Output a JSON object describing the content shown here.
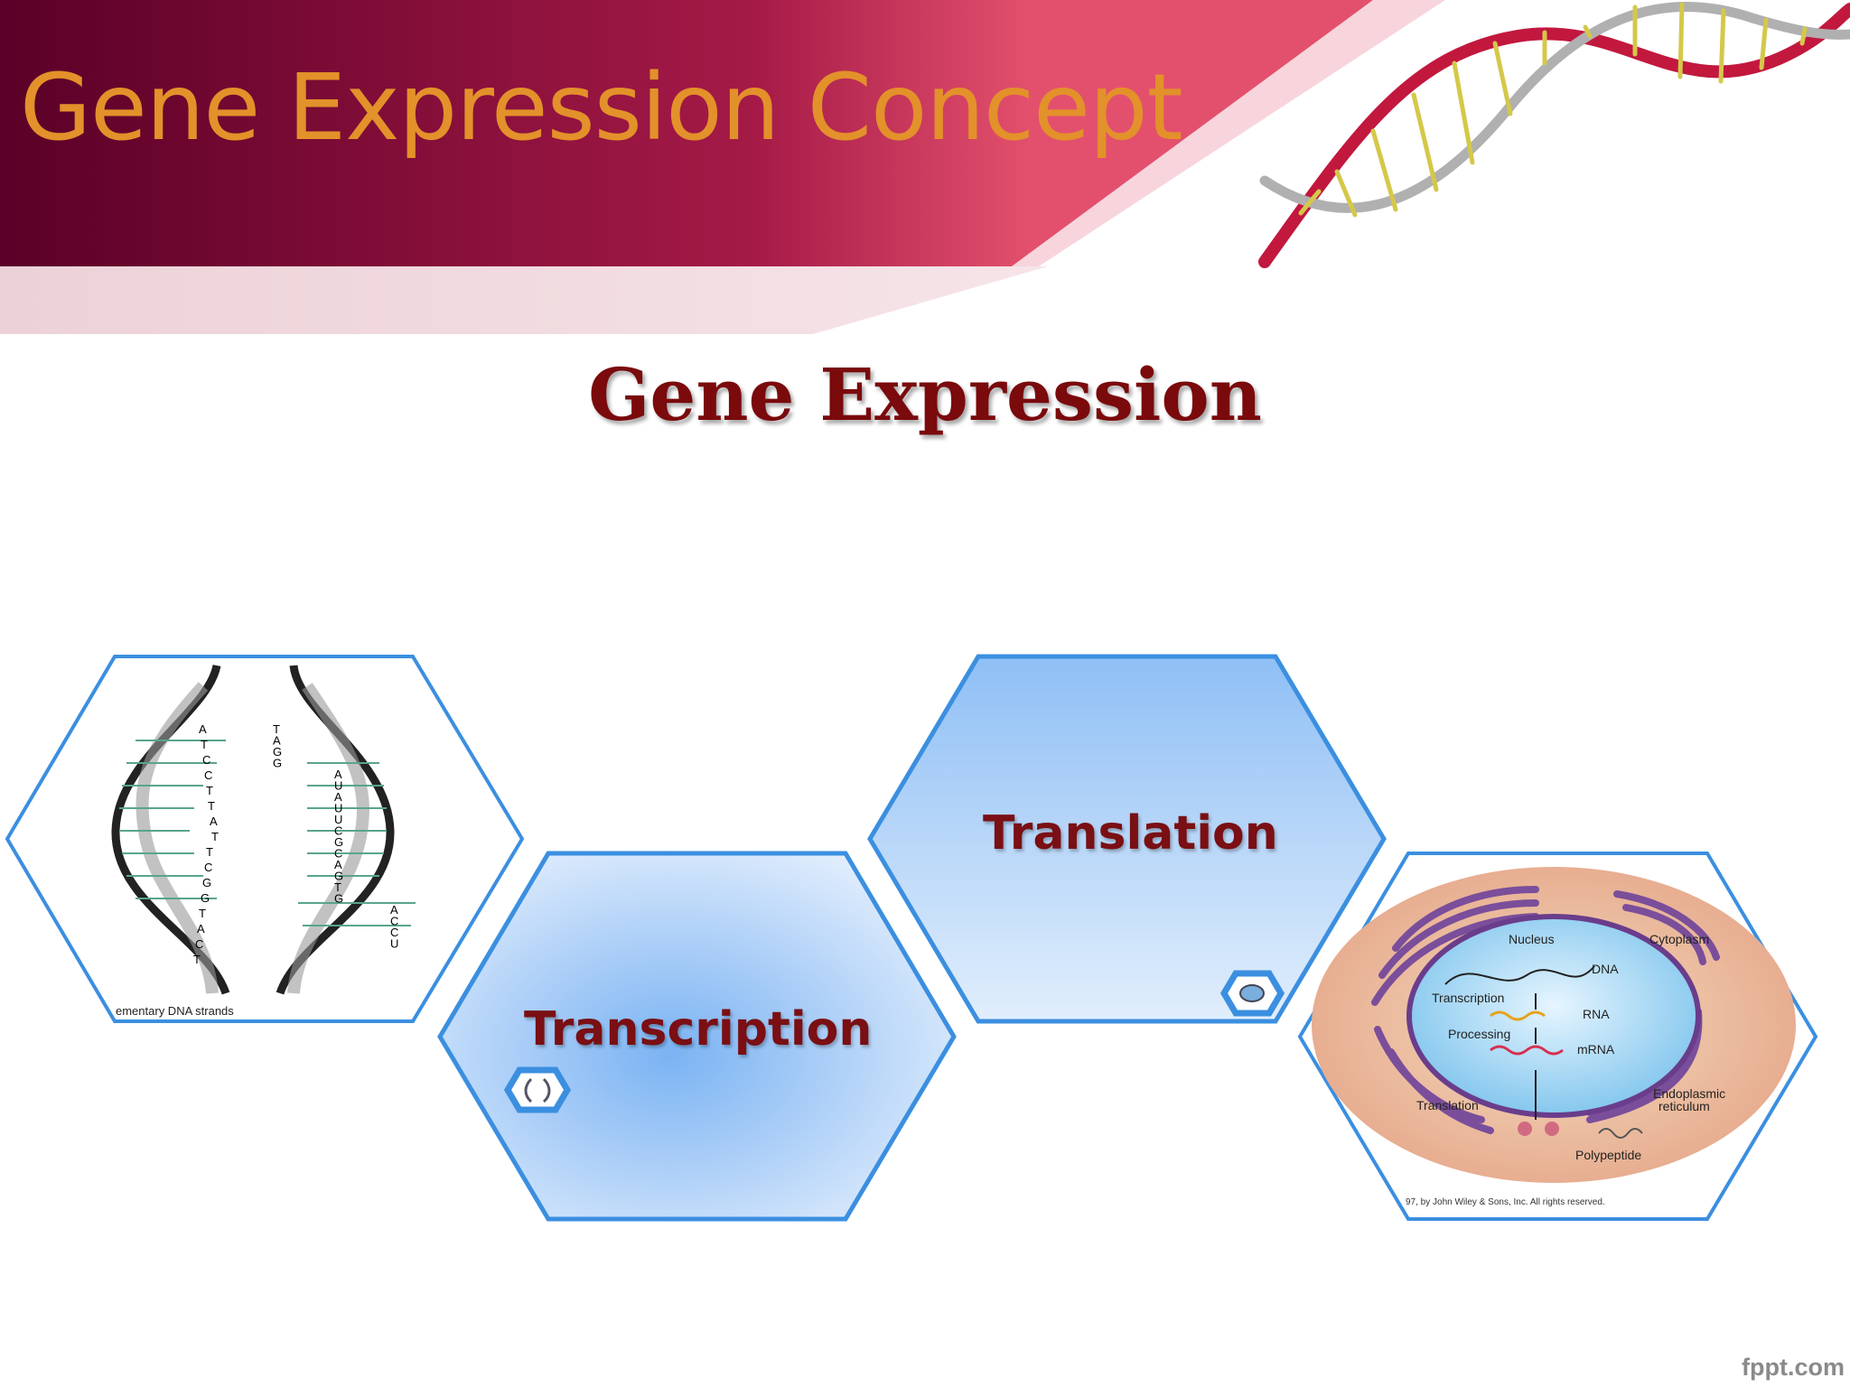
{
  "slide": {
    "title": "Gene Expression Concept",
    "subtitle": "Gene Expression",
    "watermark": "fppt.com"
  },
  "hexagons": [
    {
      "label": "Transcription",
      "kind": "text"
    },
    {
      "label": "Translation",
      "kind": "text"
    },
    {
      "kind": "image",
      "image": "dna-strands-diagram",
      "caption": "ementary DNA strands",
      "left_strand_bases": [
        "A",
        "T",
        "C",
        "C",
        "T",
        "T",
        "A",
        "T",
        "T",
        "C",
        "G",
        "G",
        "T",
        "A",
        "C",
        "T"
      ],
      "right_strand_bases": [
        "T",
        "A",
        "G",
        "G",
        "A",
        "U",
        "A",
        "U",
        "U",
        "C",
        "G",
        "C",
        "A",
        "G",
        "T",
        "G",
        "A",
        "C",
        "C",
        "U"
      ]
    },
    {
      "kind": "image",
      "image": "cell-gene-expression-diagram",
      "labels": {
        "nucleus": "Nucleus",
        "cytoplasm": "Cytoplasm",
        "dna": "DNA",
        "transcription": "Transcription",
        "rna": "RNA",
        "processing": "Processing",
        "mrna": "mRNA",
        "er": "Endoplasmic",
        "er2": "reticulum",
        "translation": "Translation",
        "polypeptide": "Polypeptide"
      },
      "copyright": "97, by John Wiley & Sons, Inc. All rights reserved."
    }
  ],
  "colors": {
    "header_dark": "#5a0027",
    "header_mid": "#b01e4e",
    "title": "#e3912a",
    "subtitle": "#7a0a0c",
    "hex_border": "#3b8fe0",
    "hex_fill": "#a9cdf7"
  }
}
